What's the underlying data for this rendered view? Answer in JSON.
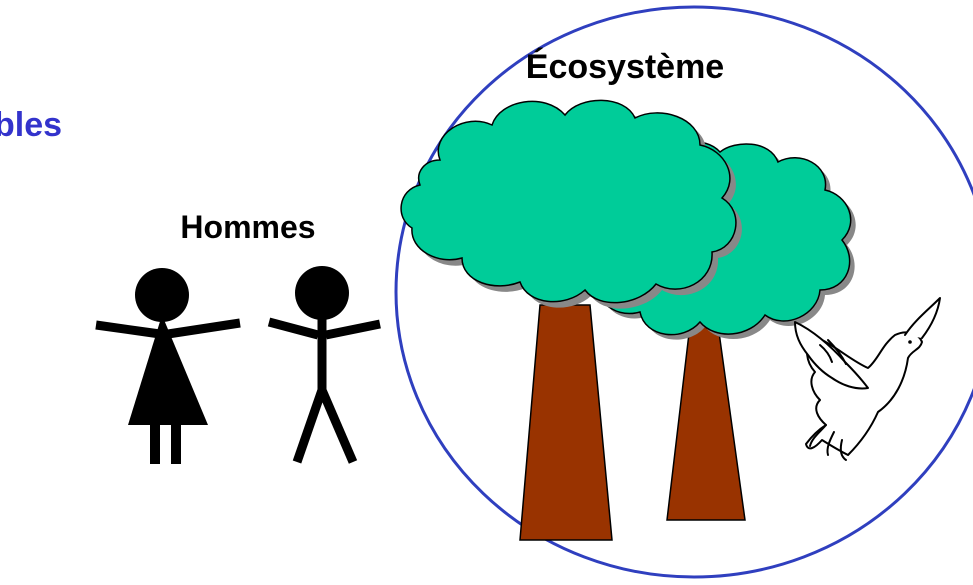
{
  "diagram": {
    "ecosystem_label": "Écosystème",
    "humans_label": "Hommes",
    "cut_off_label": "bles"
  },
  "colors": {
    "ellipse_stroke": "#2f3fbf",
    "cut_off_text": "#3333cc",
    "tree_foliage": "#00cc99",
    "tree_shadow": "#888888",
    "tree_trunk": "#993300",
    "figure": "#000000",
    "dove_fill": "#ffffff"
  },
  "icons": [
    "woman-figure-icon",
    "man-figure-icon",
    "tree-icon",
    "dove-icon"
  ]
}
